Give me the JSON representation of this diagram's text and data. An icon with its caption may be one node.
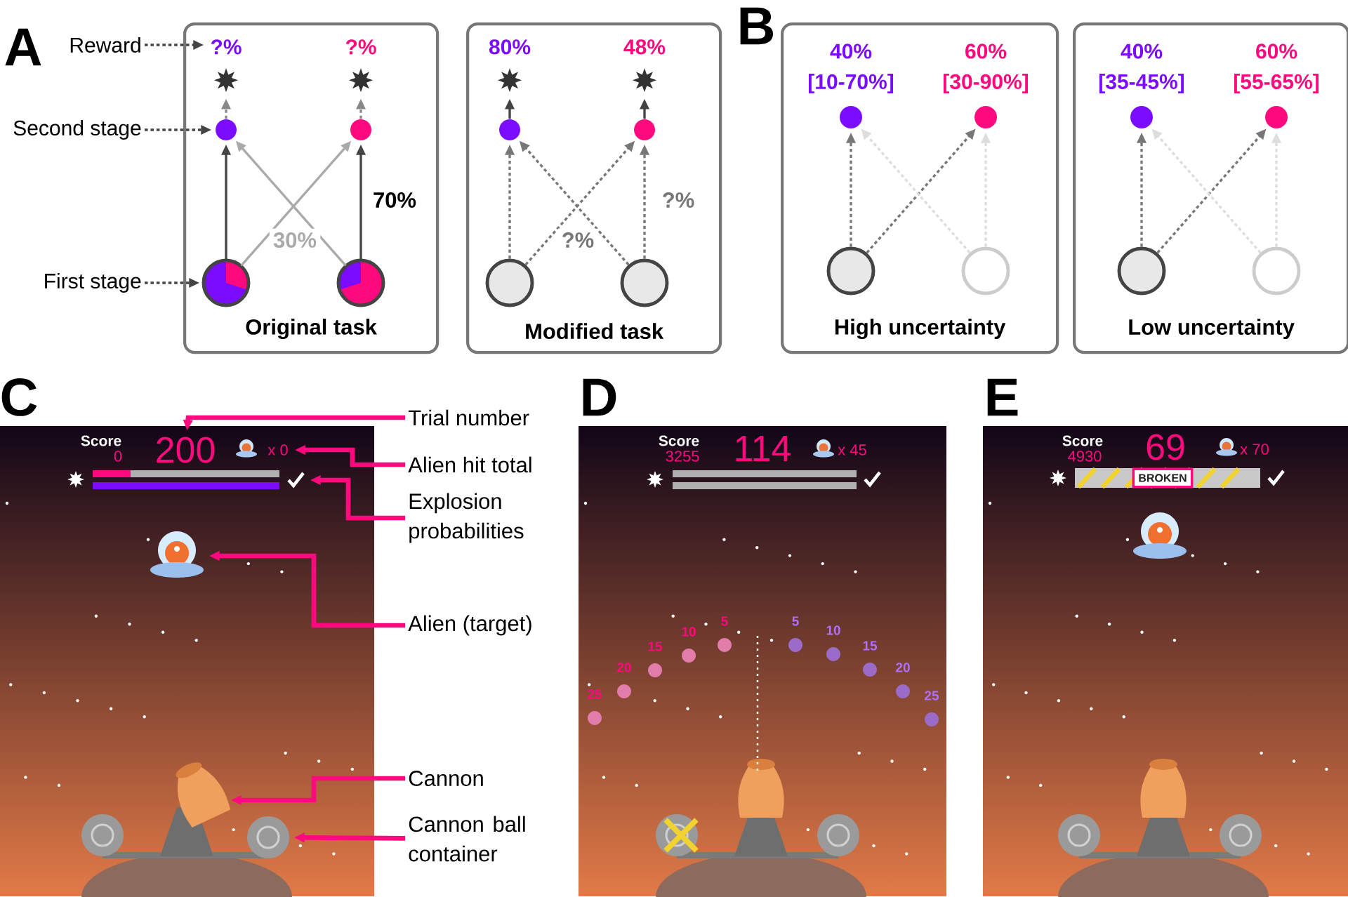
{
  "diagram": {
    "nodes": [
      {
        "text": [
          "Original task"
        ]
      },
      {
        "text": [
          "?%"
        ],
        "in": 0
      },
      {
        "text": [
          "?%"
        ],
        "in": 0
      },
      {
        "text": [],
        "shape": "circle",
        "in": 0
      },
      {
        "text": [],
        "shape": "circle",
        "in": 0
      },
      {
        "text": [],
        "shape": "circle",
        "in": 0
      },
      {
        "text": [],
        "shape": "circle",
        "in": 0
      },
      {
        "text": [
          "Modified task"
        ]
      },
      {
        "text": [
          "80%"
        ],
        "in": 7
      },
      {
        "text": [
          "48%"
        ],
        "in": 7
      },
      {
        "text": [],
        "shape": "circle",
        "in": 7
      },
      {
        "text": [],
        "shape": "circle",
        "in": 7
      },
      {
        "text": [],
        "shape": "circle",
        "in": 7
      },
      {
        "text": [],
        "shape": "circle",
        "in": 7
      },
      {
        "text": [
          "High uncertainty"
        ]
      },
      {
        "text": [],
        "shape": "circle",
        "in": 14,
        "beside": [
          "40%",
          "[10-70%]"
        ]
      },
      {
        "text": [],
        "shape": "circle",
        "in": 14,
        "beside": [
          "60%",
          "[30-90%]"
        ]
      },
      {
        "text": [],
        "shape": "circle",
        "in": 14
      },
      {
        "text": [],
        "shape": "circle",
        "in": 14
      },
      {
        "text": [
          "Low uncertainty"
        ]
      },
      {
        "text": [],
        "shape": "circle",
        "in": 19,
        "beside": [
          "40%",
          "[35-45%]"
        ]
      },
      {
        "text": [],
        "shape": "circle",
        "in": 19,
        "beside": [
          "60%",
          "[55-65%]"
        ]
      },
      {
        "text": [],
        "shape": "circle",
        "in": 19
      },
      {
        "text": [],
        "shape": "circle",
        "in": 19
      },
      {
        "text": [
          "Reward"
        ]
      },
      {
        "text": [
          "Second stage"
        ]
      },
      {
        "text": [
          "First stage"
        ]
      },
      {
        "text": [],
        "shape": "picture"
      },
      {
        "text": [
          "200"
        ],
        "in": 27
      },
      {
        "text": [
          "x 0"
        ],
        "in": 27
      },
      {
        "text": [],
        "shape": "picture",
        "in": 27
      },
      {
        "text": [],
        "shape": "picture",
        "in": 27
      },
      {
        "text": [],
        "shape": "picture",
        "in": 27
      },
      {
        "text": [],
        "shape": "picture",
        "in": 27
      },
      {
        "text": [
          "Trial number"
        ]
      },
      {
        "text": [
          "Alien hit total"
        ]
      },
      {
        "text": [
          "Explosion probabilities"
        ]
      },
      {
        "text": [
          "Alien (target)"
        ]
      },
      {
        "text": [
          "Cannon"
        ]
      },
      {
        "text": [
          "Cannon ball container"
        ]
      }
    ],
    "edges": [
      {
        "from": 5,
        "to": 3,
        "arrow": "to"
      },
      {
        "from": 6,
        "to": 4,
        "arrow": "to",
        "label": "70%"
      },
      {
        "from": 5,
        "to": 4,
        "arrow": "to",
        "label": "30%",
        "color": "#aaaaaa"
      },
      {
        "from": 6,
        "to": 3,
        "arrow": "to",
        "color": "#aaaaaa"
      },
      {
        "from": 3,
        "to": 1,
        "arrow": "to",
        "style": "dashed",
        "color": "#888888"
      },
      {
        "from": 4,
        "to": 2,
        "arrow": "to",
        "style": "dashed",
        "color": "#888888"
      },
      {
        "from": 12,
        "to": 10,
        "arrow": "to",
        "style": "dashed",
        "color": "#777777"
      },
      {
        "from": 13,
        "to": 11,
        "arrow": "to",
        "label": "?%",
        "style": "dashed",
        "color": "#777777"
      },
      {
        "from": 12,
        "to": 11,
        "arrow": "to",
        "label": "?%",
        "style": "dashed",
        "color": "#777777"
      },
      {
        "from": 13,
        "to": 10,
        "arrow": "to",
        "style": "dashed",
        "color": "#777777"
      },
      {
        "from": 10,
        "to": 8,
        "arrow": "to"
      },
      {
        "from": 11,
        "to": 9,
        "arrow": "to"
      },
      {
        "from": 17,
        "to": 15,
        "arrow": "to",
        "style": "dashed",
        "color": "#777777"
      },
      {
        "from": 17,
        "to": 16,
        "arrow": "to",
        "style": "dashed",
        "color": "#777777"
      },
      {
        "from": 18,
        "to": 15,
        "arrow": "to",
        "style": "dashed",
        "color": "#dddddd"
      },
      {
        "from": 18,
        "to": 16,
        "arrow": "to",
        "style": "dashed",
        "color": "#dddddd"
      },
      {
        "from": 22,
        "to": 20,
        "arrow": "to",
        "style": "dashed",
        "color": "#777777"
      },
      {
        "from": 22,
        "to": 21,
        "arrow": "to",
        "style": "dashed",
        "color": "#777777"
      },
      {
        "from": 23,
        "to": 20,
        "arrow": "to",
        "style": "dashed",
        "color": "#dddddd"
      },
      {
        "from": 23,
        "to": 21,
        "arrow": "to",
        "style": "dashed",
        "color": "#dddddd"
      },
      {
        "from": 24,
        "to": 1,
        "arrow": "to",
        "style": "dashed"
      },
      {
        "from": 25,
        "to": 3,
        "arrow": "to",
        "style": "dashed"
      },
      {
        "from": 26,
        "to": 5,
        "arrow": "to",
        "style": "dashed"
      },
      {
        "from": 34,
        "to": 28,
        "arrow": "to",
        "style": "thick",
        "color": "#ff0a7e"
      },
      {
        "from": 35,
        "to": 29,
        "arrow": "to",
        "style": "thick",
        "color": "#ff0a7e"
      },
      {
        "from": 36,
        "to": 30,
        "arrow": "to",
        "style": "thick",
        "color": "#ff0a7e"
      },
      {
        "from": 37,
        "to": 31,
        "arrow": "to",
        "style": "thick",
        "color": "#ff0a7e"
      },
      {
        "from": 38,
        "to": 32,
        "arrow": "to",
        "style": "thick",
        "color": "#ff0a7e"
      },
      {
        "from": 39,
        "to": 33,
        "arrow": "to",
        "style": "thick",
        "color": "#ff0a7e"
      }
    ],
    "labels": [
      "A",
      "B",
      "C",
      "D",
      "E",
      "Score",
      "0",
      "Score",
      "3255",
      "114",
      "x 45",
      "25",
      "20",
      "15",
      "10",
      "5",
      "5",
      "10",
      "15",
      "20",
      "25",
      "Score",
      "4930",
      "69",
      "x 70",
      "BROKEN"
    ]
  }
}
